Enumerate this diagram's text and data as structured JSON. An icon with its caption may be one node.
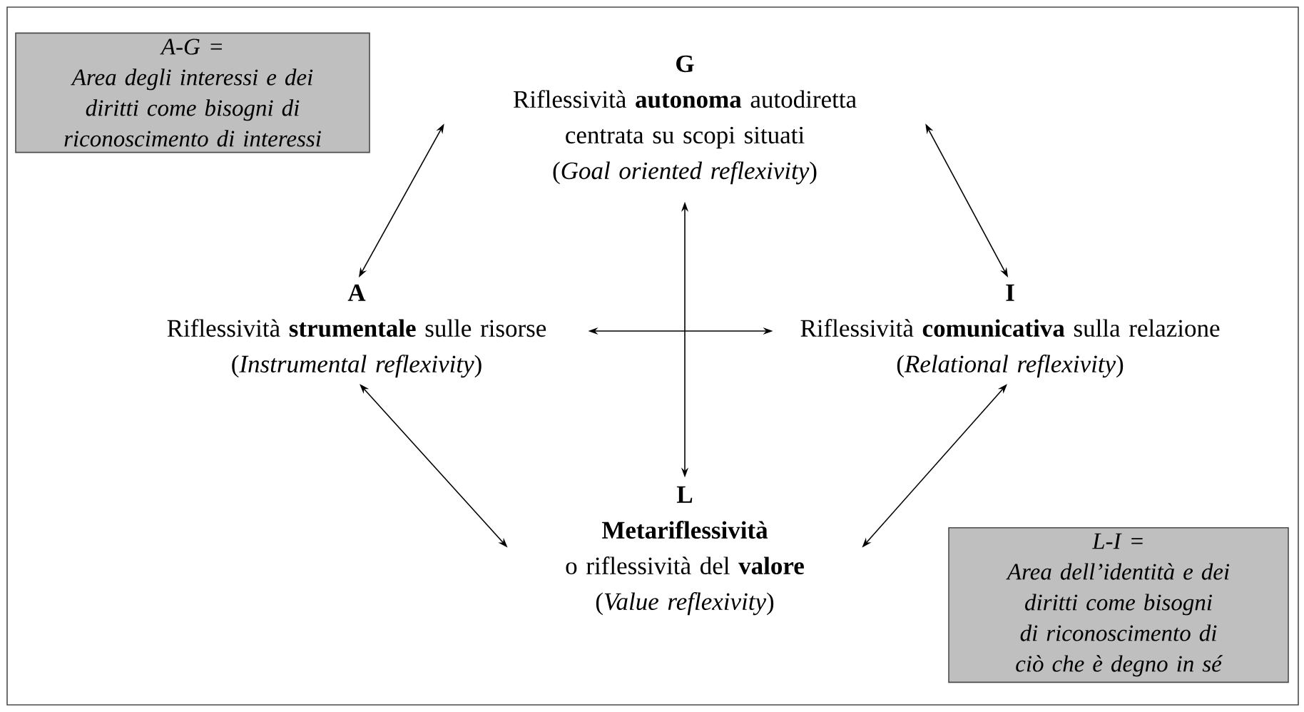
{
  "diagram": {
    "nodes": [
      {
        "text": [
          "A-G =",
          "Area degli interessi e dei diritti come bisogni di riconoscimento di interessi"
        ]
      },
      {
        "text": [
          "G",
          "Riflessività **autonoma** autodiretta centrata su scopi situati",
          "(*Goal oriented reflexivity*)"
        ]
      },
      {
        "text": [
          "A",
          "Riflessività **strumentale** sulle risorse",
          "(*Instrumental reflexivity*)"
        ]
      },
      {
        "text": [
          "I",
          "Riflessività **comunicativa** sulla relazione",
          "(*Relational reflexivity*)"
        ]
      },
      {
        "text": [
          "L",
          "Metariflessività",
          "o riflessività del **valore**",
          "(*Value reflexivity*)"
        ]
      },
      {
        "text": [
          "L-I =",
          "Area dell’identità e dei diritti come bisogni di riconoscimento di ciò che è degno in sé"
        ]
      }
    ],
    "edges": [
      {
        "from": 1,
        "to": 2,
        "arrow": "both"
      },
      {
        "from": 1,
        "to": 3,
        "arrow": "both"
      },
      {
        "from": 2,
        "to": 3,
        "arrow": "both"
      },
      {
        "from": 1,
        "to": 4,
        "arrow": "both"
      },
      {
        "from": 2,
        "to": 4,
        "arrow": "both"
      },
      {
        "from": 3,
        "to": 4,
        "arrow": "both"
      }
    ]
  }
}
